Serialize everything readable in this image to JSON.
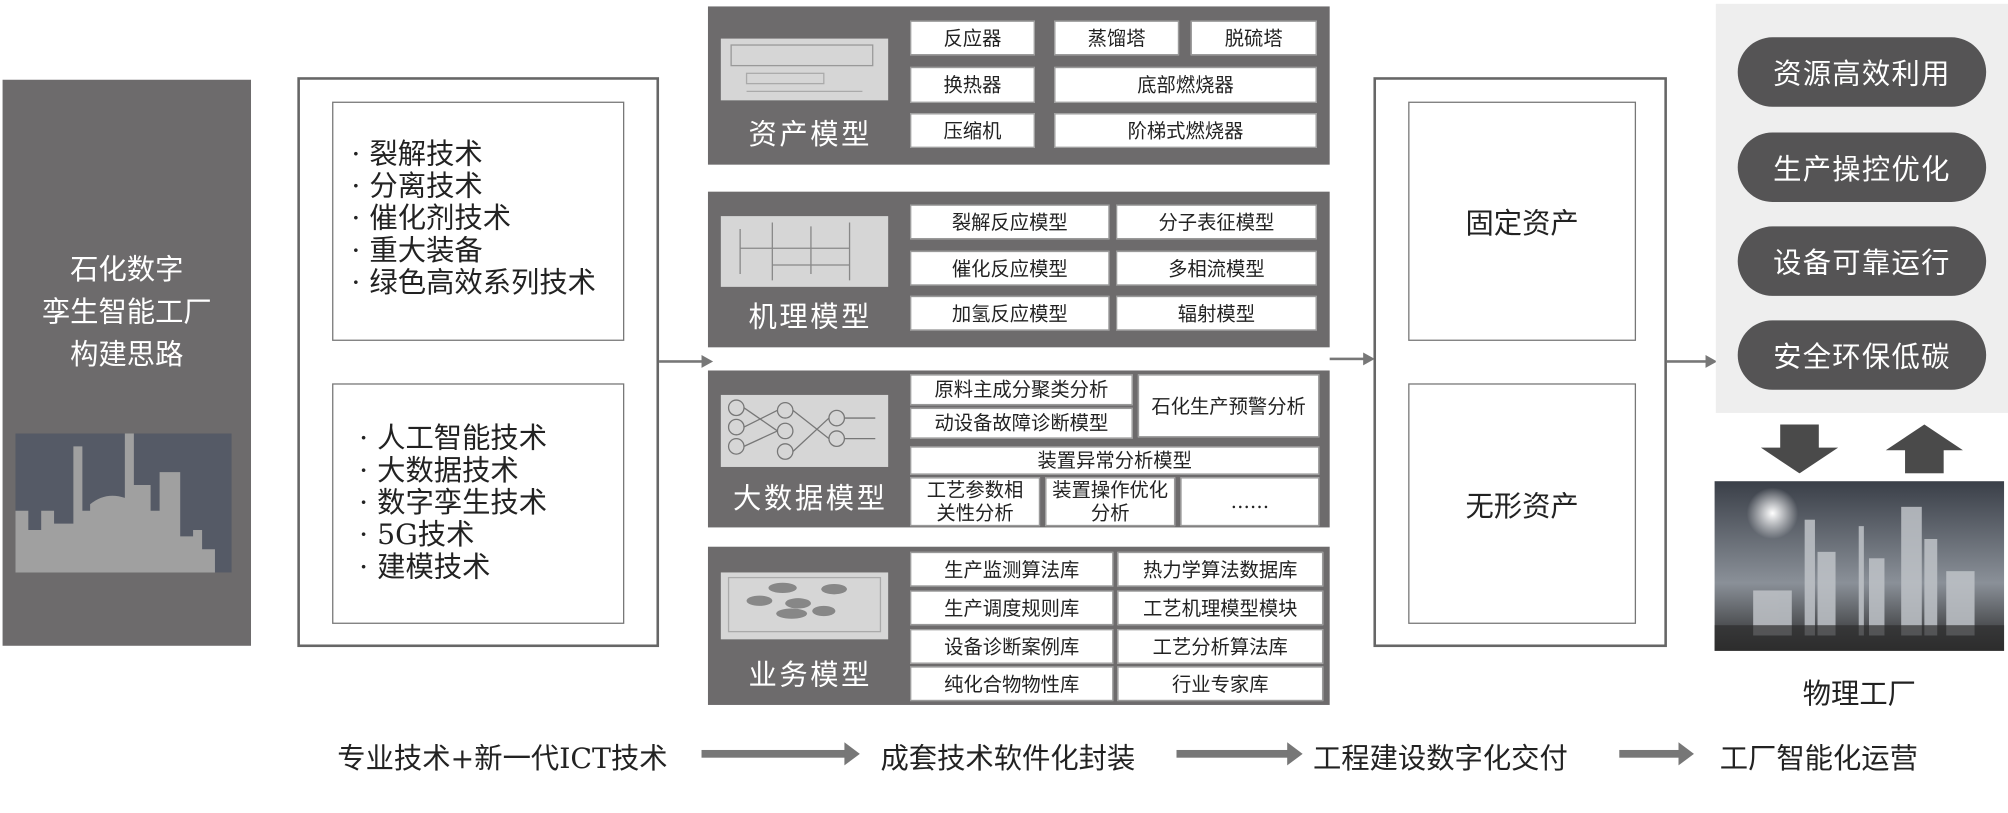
{
  "left_panel": {
    "title_lines": [
      "石化数字",
      "孪生智能工厂",
      "构建思路"
    ]
  },
  "tech": {
    "professional": [
      "裂解技术",
      "分离技术",
      "催化剂技术",
      "重大装备",
      "绿色高效系列技术"
    ],
    "ict": [
      "人工智能技术",
      "大数据技术",
      "数字孪生技术",
      "5G技术",
      "建模技术"
    ]
  },
  "models": {
    "asset": {
      "title": "资产模型",
      "items": [
        "反应器",
        "蒸馏塔",
        "脱硫塔",
        "换热器",
        "底部燃烧器",
        "压缩机",
        "阶梯式燃烧器"
      ]
    },
    "mechanism": {
      "title": "机理模型",
      "items": [
        "裂解反应模型",
        "分子表征模型",
        "催化反应模型",
        "多相流模型",
        "加氢反应模型",
        "辐射模型"
      ]
    },
    "bigdata": {
      "title": "大数据模型",
      "items": [
        "原料主成分聚类分析",
        "石化生产预警分析",
        "动设备故障诊断模型",
        "装置异常分析模型",
        "工艺参数相关性分析",
        "装置操作优化分析",
        "……"
      ]
    },
    "business": {
      "title": "业务模型",
      "items": [
        "生产监测算法库",
        "热力学算法数据库",
        "生产调度规则库",
        "工艺机理模型模块",
        "设备诊断案例库",
        "工艺分析算法库",
        "纯化合物物性库",
        "行业专家库"
      ]
    }
  },
  "assets": {
    "fixed": "固定资产",
    "intangible": "无形资产"
  },
  "goals": [
    "资源高效利用",
    "生产操控优化",
    "设备可靠运行",
    "安全环保低碳"
  ],
  "physical_factory": {
    "label": "物理工厂"
  },
  "flow": [
    "专业技术+新一代ICT技术",
    "成套技术软件化封装",
    "工程建设数字化交付",
    "工厂智能化运营"
  ]
}
